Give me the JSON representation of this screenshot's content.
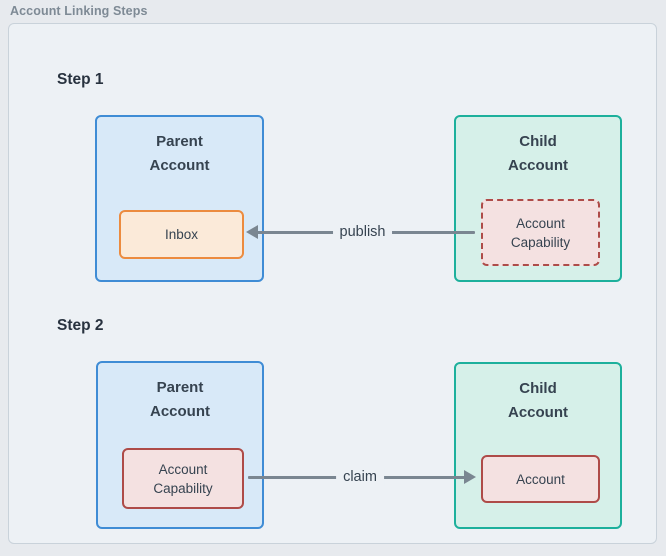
{
  "title": "Account Linking Steps",
  "colors": {
    "page_bg": "#e7eaee",
    "canvas_bg": "#edf1f5",
    "canvas_border": "#c9d2da",
    "text": "#364350",
    "muted_text": "#7e8a95",
    "step_text": "#28323f",
    "parent_fill": "#d8e9f8",
    "parent_border": "#3f8cd5",
    "child_fill": "#d6f0e9",
    "child_border": "#1db09c",
    "inbox_fill": "#fbead9",
    "inbox_border": "#ec8b3f",
    "capability_fill": "#f4e1e1",
    "capability_border": "#ae4b48",
    "arrow": "#7a8691"
  },
  "steps": [
    {
      "label": "Step 1",
      "parent": {
        "title": "Parent\nAccount",
        "inner": "Inbox"
      },
      "child": {
        "title": "Child\nAccount",
        "inner": "Account\nCapability"
      },
      "arrow_label": "publish",
      "arrow_direction": "left"
    },
    {
      "label": "Step 2",
      "parent": {
        "title": "Parent\nAccount",
        "inner": "Account\nCapability"
      },
      "child": {
        "title": "Child\nAccount",
        "inner": "Account"
      },
      "arrow_label": "claim",
      "arrow_direction": "right"
    }
  ]
}
